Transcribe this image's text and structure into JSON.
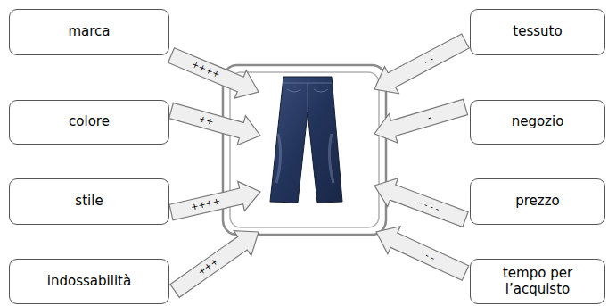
{
  "diagram": {
    "nodes": [
      {
        "text": [
          "marca"
        ]
      },
      {
        "text": [
          "tessuto"
        ]
      },
      {
        "text": [
          "colore"
        ]
      },
      {
        "text": [
          "negozio"
        ]
      },
      {
        "text": [
          "stile"
        ]
      },
      {
        "text": [
          "prezzo"
        ]
      },
      {
        "text": [
          "indossabilità"
        ]
      },
      {
        "text": [
          "tempo per l’acquisto"
        ]
      }
    ],
    "labels": [
      "++++",
      "- -",
      "++",
      "-",
      "++++",
      "- - - -",
      "+++",
      "- -"
    ]
  }
}
